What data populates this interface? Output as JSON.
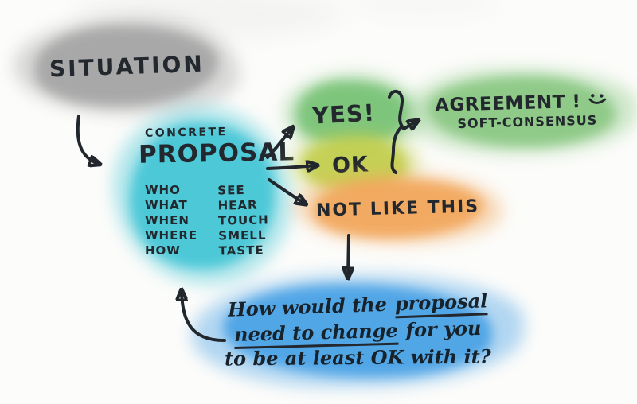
{
  "colors": {
    "paper": "#fcfcfa",
    "ink": "#21272c"
  },
  "nodes": {
    "situation": {
      "label": "SITUATION",
      "color": "#a5a5a5"
    },
    "proposal": {
      "kicker": "CONCRETE",
      "label": "PROPOSAL",
      "questions": [
        "WHO",
        "WHAT",
        "WHEN",
        "WHERE",
        "HOW"
      ],
      "senses": [
        "SEE",
        "HEAR",
        "TOUCH",
        "SMELL",
        "TASTE"
      ],
      "color": "#45c6d6"
    },
    "yes": {
      "label": "YES!",
      "color": "#79c377"
    },
    "ok": {
      "label": "OK",
      "color": "#c3cf4f"
    },
    "agreement": {
      "label": "AGREEMENT !",
      "sublabel": "SOFT-CONSENSUS",
      "smiley": "smiley-face",
      "color": "#8bc884"
    },
    "not_like_this": {
      "label": "NOT LIKE THIS",
      "color": "#f2a75c"
    },
    "question": {
      "line1_pre": "How would the",
      "line1_underlined": "proposal",
      "line2_underlined": "need to change",
      "line2_post": "for you",
      "line3": "to be at least OK with it?",
      "color": "#4aa2e6"
    }
  }
}
